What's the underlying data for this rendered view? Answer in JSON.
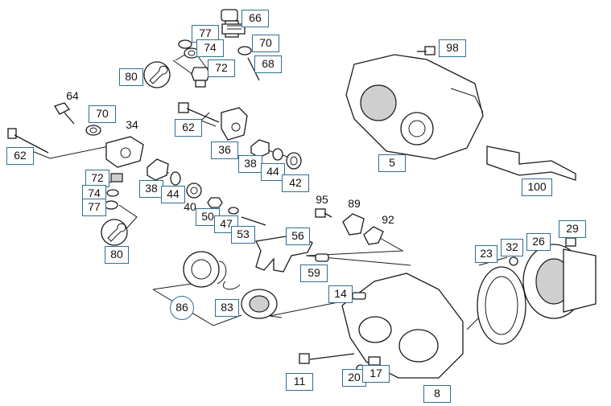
{
  "diagram": {
    "callouts": [
      {
        "id": "66",
        "label": "66"
      },
      {
        "id": "77a",
        "label": "77"
      },
      {
        "id": "74a",
        "label": "74"
      },
      {
        "id": "70a",
        "label": "70"
      },
      {
        "id": "68",
        "label": "68"
      },
      {
        "id": "72a",
        "label": "72"
      },
      {
        "id": "80a",
        "label": "80"
      },
      {
        "id": "98",
        "label": "98"
      },
      {
        "id": "64",
        "label": "64"
      },
      {
        "id": "70b",
        "label": "70"
      },
      {
        "id": "34",
        "label": "34"
      },
      {
        "id": "62a",
        "label": "62"
      },
      {
        "id": "62b",
        "label": "62"
      },
      {
        "id": "36",
        "label": "36"
      },
      {
        "id": "38a",
        "label": "38"
      },
      {
        "id": "44a",
        "label": "44"
      },
      {
        "id": "42",
        "label": "42"
      },
      {
        "id": "5",
        "label": "5"
      },
      {
        "id": "100",
        "label": "100"
      },
      {
        "id": "72b",
        "label": "72"
      },
      {
        "id": "74b",
        "label": "74"
      },
      {
        "id": "77b",
        "label": "77"
      },
      {
        "id": "38b",
        "label": "38"
      },
      {
        "id": "44b",
        "label": "44"
      },
      {
        "id": "40",
        "label": "40"
      },
      {
        "id": "95",
        "label": "95"
      },
      {
        "id": "89",
        "label": "89"
      },
      {
        "id": "92",
        "label": "92"
      },
      {
        "id": "50",
        "label": "50"
      },
      {
        "id": "47",
        "label": "47"
      },
      {
        "id": "53",
        "label": "53"
      },
      {
        "id": "56",
        "label": "56"
      },
      {
        "id": "80b",
        "label": "80"
      },
      {
        "id": "59",
        "label": "59"
      },
      {
        "id": "29",
        "label": "29"
      },
      {
        "id": "23",
        "label": "23"
      },
      {
        "id": "32",
        "label": "32"
      },
      {
        "id": "26",
        "label": "26"
      },
      {
        "id": "14",
        "label": "14"
      },
      {
        "id": "86",
        "label": "86"
      },
      {
        "id": "83",
        "label": "83"
      },
      {
        "id": "11",
        "label": "11"
      },
      {
        "id": "20",
        "label": "20"
      },
      {
        "id": "17",
        "label": "17"
      },
      {
        "id": "8",
        "label": "8"
      }
    ]
  }
}
